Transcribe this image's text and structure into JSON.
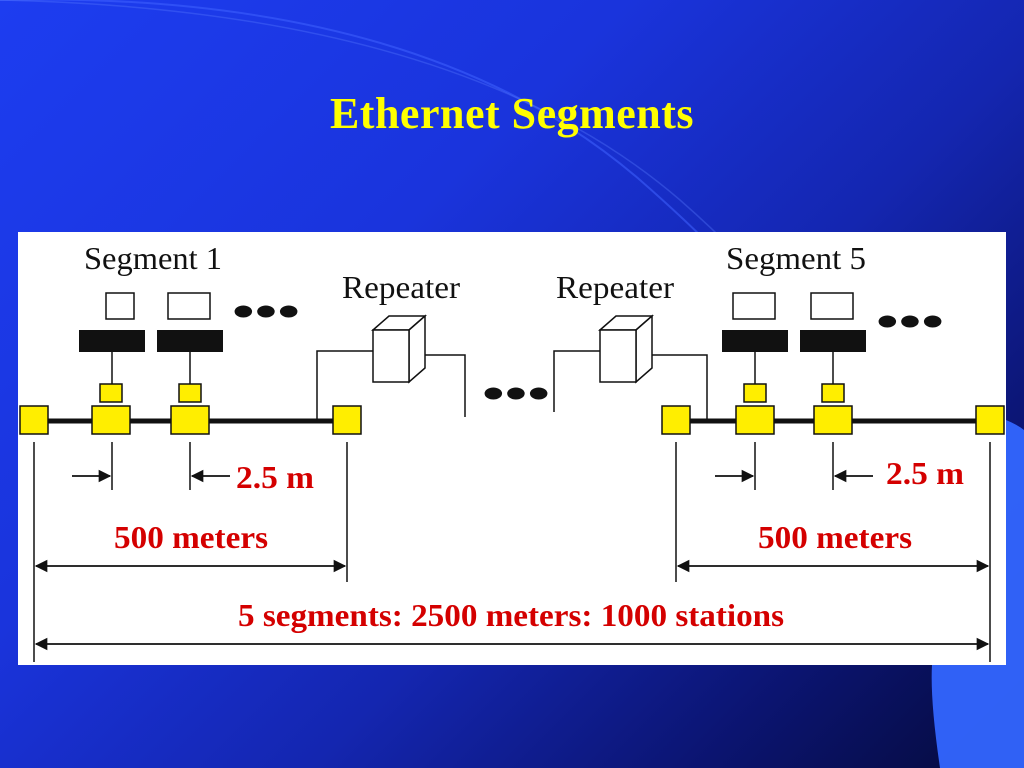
{
  "slide": {
    "title": "Ethernet Segments"
  },
  "diagram": {
    "segment_left_label": "Segment 1",
    "segment_right_label": "Segment 5",
    "repeater_left_label": "Repeater",
    "repeater_right_label": "Repeater",
    "ellipsis": "•••",
    "spacing_left_label": "2.5 m",
    "spacing_right_label": "2.5 m",
    "length_left_label": "500 meters",
    "length_right_label": "500 meters",
    "total_label": "5 segments: 2500 meters: 1000 stations"
  },
  "colors": {
    "title": "#ffff00",
    "connector": "#ffee00",
    "measure_text": "#d40000",
    "background_blue": "#1a34dc"
  }
}
